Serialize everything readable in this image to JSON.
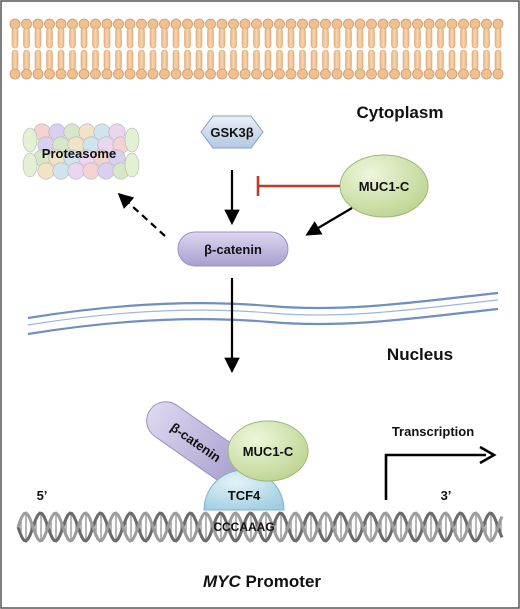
{
  "labels": {
    "cytoplasm": "Cytoplasm",
    "nucleus": "Nucleus",
    "proteasome": "Proteasome",
    "gsk3b": "GSK3β",
    "muc1c_top": "MUC1-C",
    "bcatenin_top": "β-catenin",
    "bcatenin_complex": "β-catenin",
    "muc1c_complex": "MUC1-C",
    "tcf4": "TCF4",
    "dna_site": "CCCAAAG",
    "five_prime": "5’",
    "three_prime": "3’",
    "transcription": "Transcription",
    "promoter_gene": "MYC",
    "promoter_word": " Promoter"
  },
  "colors": {
    "membrane": "#f5c89b",
    "membrane_stroke": "#c99a6e",
    "nuclear_envelope": "#6f8fbf",
    "bcatenin": "#c5bde0",
    "muc1c": "#d4e5b2",
    "tcf4": "#b9dceb",
    "gsk3b": "#cfdcee",
    "inhibit_arrow": "#c0392b",
    "arrow": "#000000"
  }
}
